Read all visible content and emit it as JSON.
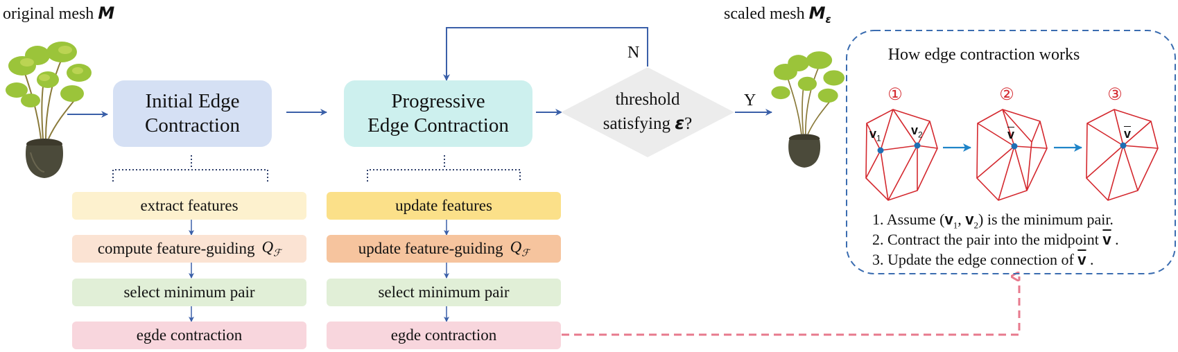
{
  "top_labels": {
    "original_mesh": "original mesh",
    "original_mesh_symbol": "M",
    "scaled_mesh": "scaled mesh",
    "scaled_mesh_symbol": "M",
    "scaled_mesh_subscript": "ε"
  },
  "stages": {
    "initial": {
      "line1": "Initial Edge",
      "line2": "Contraction"
    },
    "progressive": {
      "line1": "Progressive",
      "line2": "Edge Contraction"
    }
  },
  "decision": {
    "line1": "threshold",
    "line2": "satisfying",
    "symbol": "ε",
    "suffix": "?",
    "no": "N",
    "yes": "Y"
  },
  "initial_steps": [
    "extract features",
    "compute feature-guiding",
    "select minimum pair",
    "egde contraction"
  ],
  "progressive_steps": [
    "update features",
    "update feature-guiding",
    "select minimum pair",
    "egde contraction"
  ],
  "q_symbol": "Q",
  "q_subscript": "ℱ",
  "panel": {
    "title": "How edge contraction works",
    "markers": [
      "①",
      "②",
      "③"
    ],
    "v1": "v",
    "v1_sub": "1",
    "v2": "v",
    "v2_sub": "2",
    "vbar": "v",
    "notes": [
      {
        "prefix": "1. Assume (",
        "a": "v",
        "a_sub": "1",
        "sep": ", ",
        "b": "v",
        "b_sub": "2",
        "suffix": ") is the minimum pair."
      },
      {
        "prefix": "2. Contract the pair into the midpoint ",
        "v": "v",
        "suffix": " ."
      },
      {
        "prefix": "3. Update the edge connection of ",
        "v": "v",
        "suffix": " ."
      }
    ]
  },
  "colors": {
    "arrow": "#3a5fa8",
    "initial_box": "#d5e0f4",
    "progressive_box": "#cdf0ee",
    "decision": "#ececec",
    "extract": "#fdf1ce",
    "compute": "#fbe3d3",
    "select": "#e1efd7",
    "contract": "#f8d6dd",
    "update_features": "#fbe089",
    "update_guiding": "#f6c49e",
    "mesh_line": "#d4282e",
    "vertex": "#1f6fb5",
    "dashed_link": "#e77a8d",
    "panel_border": "#3a6cb0"
  }
}
